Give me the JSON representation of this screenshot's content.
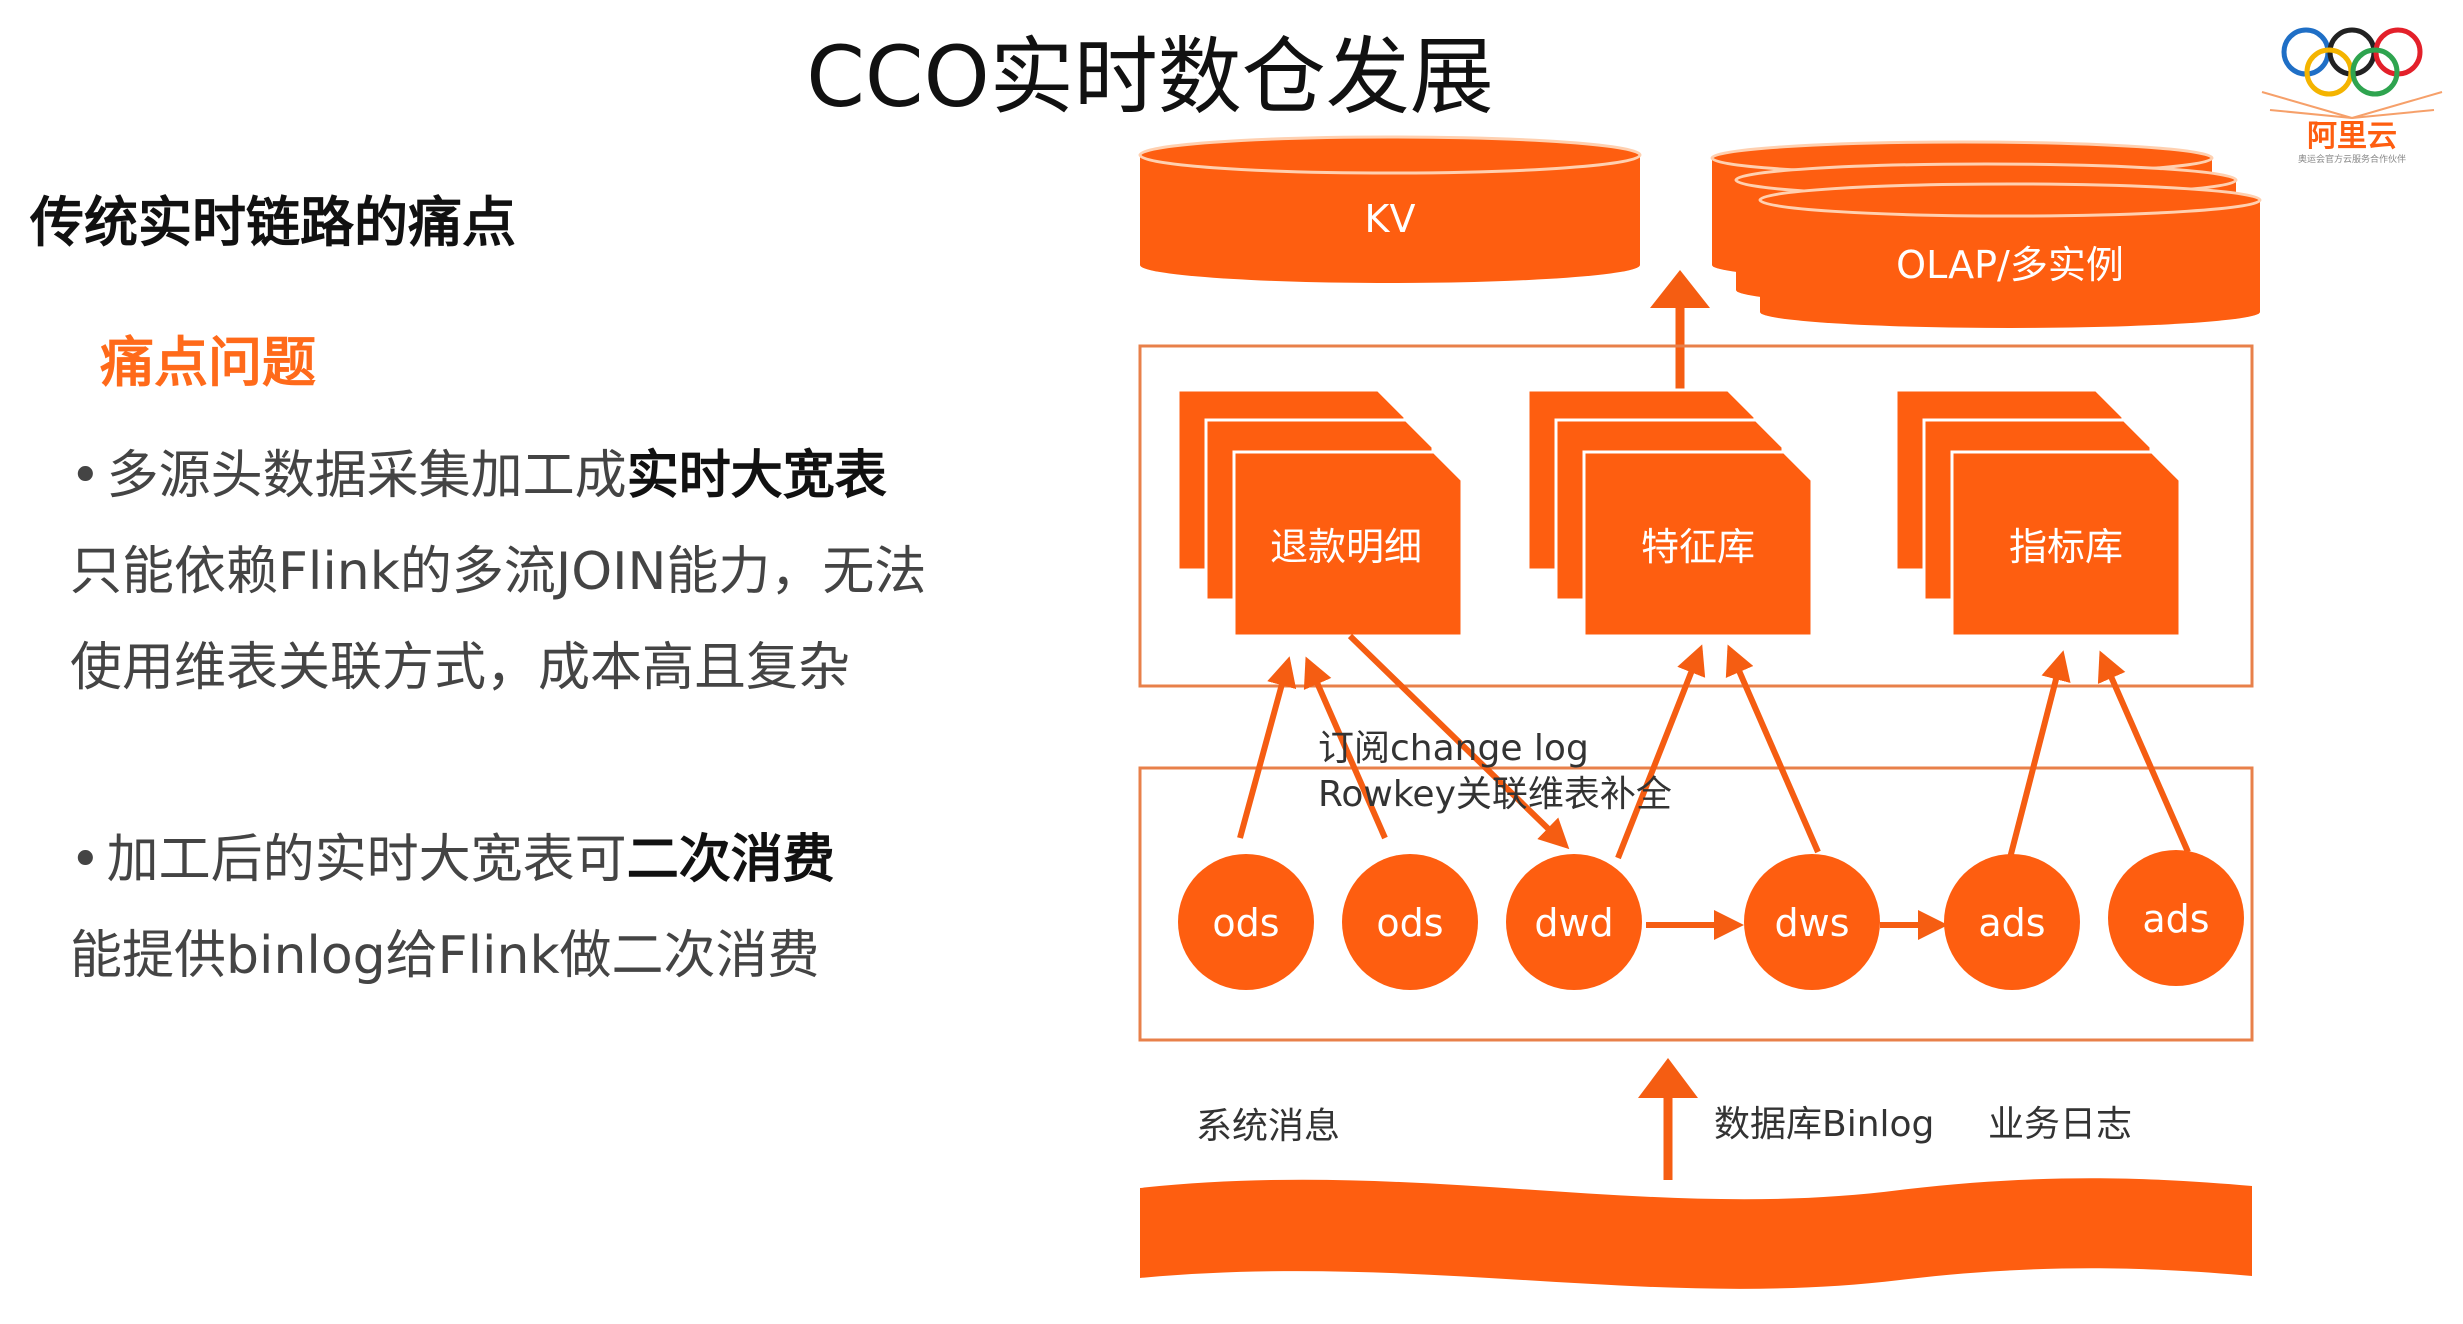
{
  "title": "CCO实时数仓发展",
  "left": {
    "heading": "传统实时链路的痛点",
    "pain_label": "痛点问题",
    "point1": {
      "bullet": "•",
      "lead": "多源头数据采集加工成",
      "bold": "实时大宽表",
      "line2": "只能依赖Flink的多流JOIN能力，无法",
      "line3": "使用维表关联方式，成本高且复杂"
    },
    "point2": {
      "bullet": "•",
      "lead": "加工后的实时大宽表可",
      "bold": "二次消费",
      "line2": "能提供binlog给Flink做二次消费"
    }
  },
  "diagram": {
    "storage_kv": "KV",
    "storage_olap": "OLAP/多实例",
    "tables": [
      "退款明细",
      "特征库",
      "指标库"
    ],
    "annotation_line1": "订阅change log",
    "annotation_line2": "Rowkey关联维表补全",
    "nodes": [
      "ods",
      "ods",
      "dwd",
      "dws",
      "ads",
      "ads"
    ],
    "sources": [
      "系统消息",
      "数据库Binlog",
      "业务日志"
    ]
  },
  "logo": {
    "brand": "阿里云",
    "tagline": "奥运会官方云服务合作伙伴"
  },
  "colors": {
    "accent": "#fe5e10",
    "accent_light": "#ff6a1a",
    "text": "#444444"
  }
}
